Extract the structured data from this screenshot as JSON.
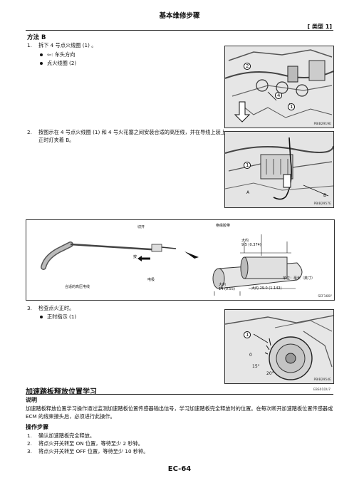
{
  "header": {
    "title": "基本维修步骤",
    "tag": "[ 类型 1]"
  },
  "method_b": {
    "title": "方法 B",
    "step1": {
      "num": "1.",
      "text": "拆下 4 号点火线圈 (1) 。"
    },
    "step1_bullets": [
      "⇦: 车头方向",
      "点火线圈 (2)"
    ],
    "step2": {
      "num": "2.",
      "text": "按图示在 4 号点火线圈 (1) 和 4 号火花塞之间安装合适的高压线，并在导线上装上正时灯夹着 B。"
    },
    "step3": {
      "num": "3.",
      "text": "检查点火正时。"
    },
    "step3_bullets": [
      "正时指示 (1)"
    ]
  },
  "figures": {
    "fig1": {
      "code": "PBIB2919E",
      "callouts": [
        "2",
        "4",
        "1"
      ]
    },
    "fig2": {
      "code": "PBIB2957E",
      "callouts": [
        "1",
        "A",
        "B"
      ]
    },
    "fig3": {
      "code": "SEF166Y",
      "labels": {
        "cut": "切开",
        "insulating_tape": "绝缘胶带",
        "push": "按",
        "electrode": "电极",
        "hv_wire": "合适的高压电线",
        "dim_a": "大约\n9.5 (0.374)",
        "dim_b": "大约\n14 (0.55)",
        "dim_c": "大约 29.0 (1.142)",
        "unit": "单位：毫米（英寸）"
      }
    },
    "fig4": {
      "code": "PBIB2954E",
      "callouts": [
        "1",
        "0",
        "15°",
        "20°"
      ]
    }
  },
  "section": {
    "title": "加速踏板释放位置学习",
    "code": "EBS01DU7",
    "desc_title": "说明",
    "desc_text": "加速踏板释放位置学习操作通过监测加速踏板位置传感器输出信号，学习加速踏板完全释放时的位置。在每次断开加速踏板位置传感器或 ECM 的线束接头后，必须进行此操作。",
    "proc_title": "操作步骤",
    "steps": [
      {
        "num": "1.",
        "text": "确认加速踏板完全释放。"
      },
      {
        "num": "2.",
        "text": "将点火开关转至 ON 位置，等待至少 2 秒钟。"
      },
      {
        "num": "3.",
        "text": "将点火开关转至 OFF 位置，等待至少 10 秒钟。"
      }
    ]
  },
  "footer": {
    "page": "EC-64"
  }
}
